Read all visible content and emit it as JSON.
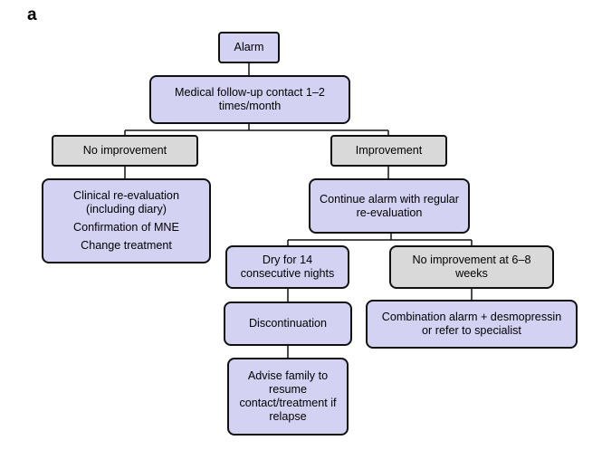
{
  "figure": {
    "panel_label": "a"
  },
  "nodes": {
    "alarm": "Alarm",
    "followup": "Medical follow-up contact 1–2 times/month",
    "no_improvement": "No improvement",
    "improvement": "Improvement",
    "clinical_lines": [
      "Clinical re-evaluation (including diary)",
      "Confirmation of MNE",
      "Change treatment"
    ],
    "continue_alarm": "Continue alarm with regular re-evaluation",
    "dry": "Dry for 14 consecutive nights",
    "no_improvement_weeks": "No improvement at 6–8 weeks",
    "discontinuation": "Discontinuation",
    "combination": "Combination alarm + desmopressin or refer to specialist",
    "advise": "Advise family to resume contact/treatment if relapse"
  },
  "colors": {
    "purple_fill": "#d4d2f2",
    "gray_fill": "#d9d9d9",
    "border": "#111111"
  }
}
